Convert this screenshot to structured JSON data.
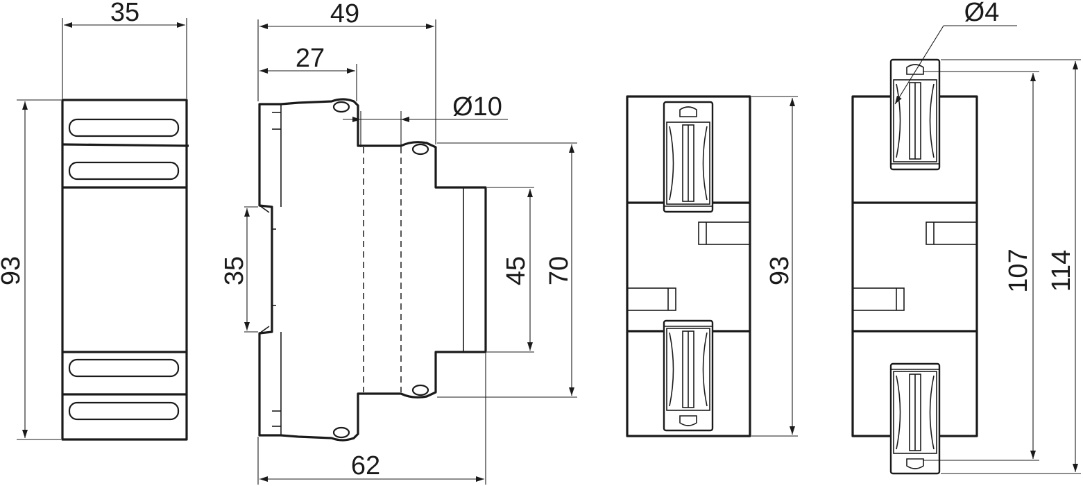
{
  "drawing": {
    "front_view": {
      "width_label": "35",
      "height_label": "93"
    },
    "side_view": {
      "depth_label": "49",
      "shoulder_label": "27",
      "hole_label": "Ø10",
      "rail_label": "35",
      "front_label": "45",
      "body_label": "70",
      "total_depth_label": "62"
    },
    "back_view": {
      "height_label": "93"
    },
    "back_view_extended": {
      "hole_label": "Ø4",
      "inner_height_label": "107",
      "outer_height_label": "114"
    }
  }
}
